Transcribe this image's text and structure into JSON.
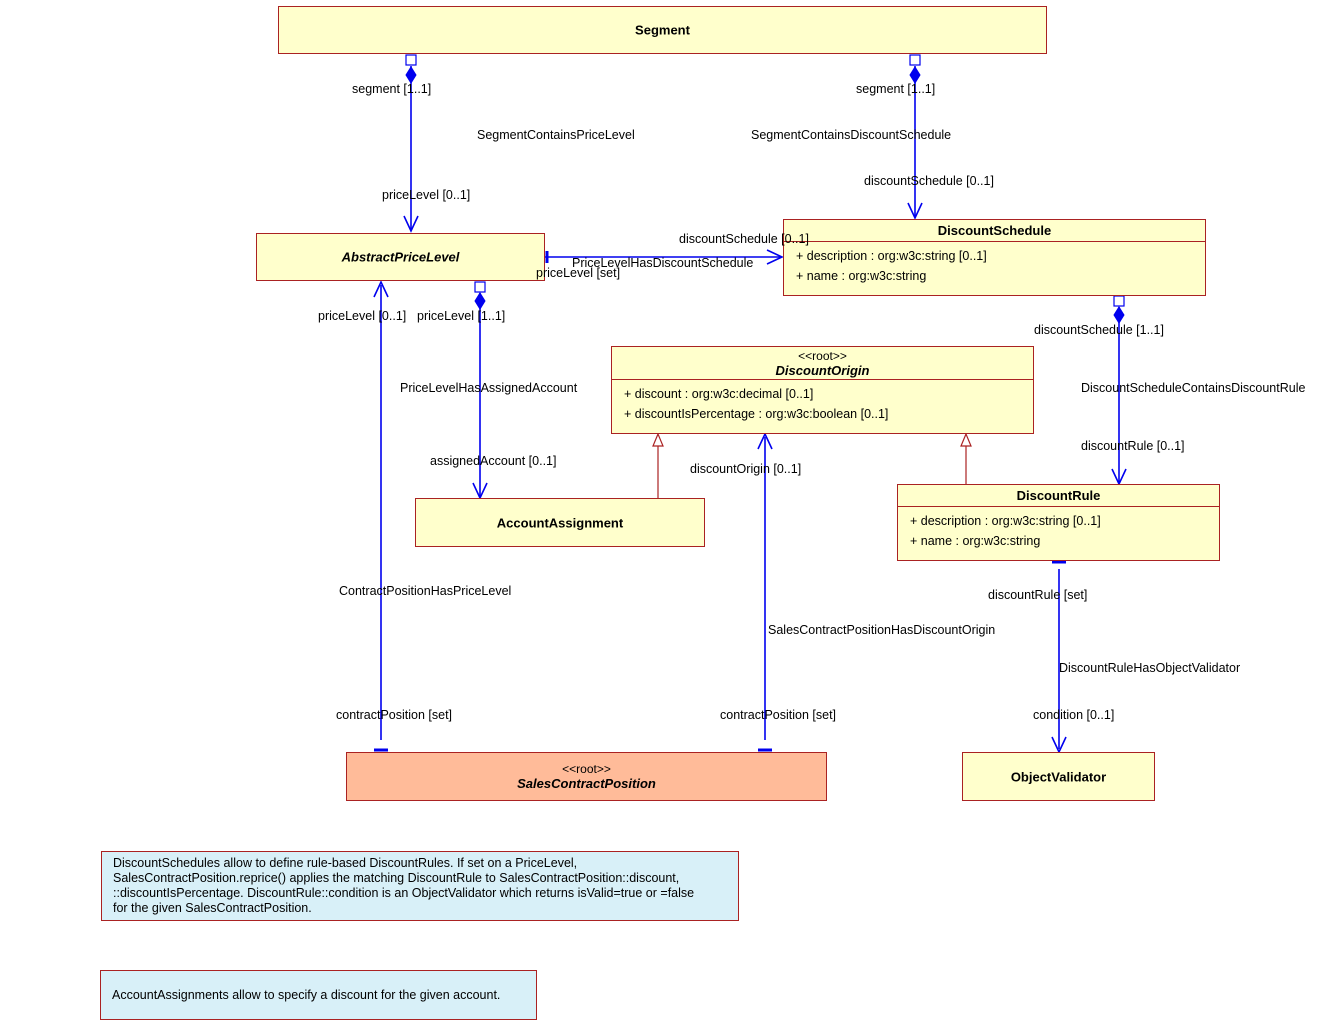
{
  "classes": {
    "segment": {
      "name": "Segment"
    },
    "abstract_price_level": {
      "name": "AbstractPriceLevel"
    },
    "discount_schedule": {
      "name": "DiscountSchedule",
      "attrs": [
        "+ description : org:w3c:string [0..1]",
        "+ name : org:w3c:string"
      ]
    },
    "discount_origin": {
      "stereotype": "<<root>>",
      "name": "DiscountOrigin",
      "attrs": [
        "+ discount : org:w3c:decimal [0..1]",
        "+ discountIsPercentage : org:w3c:boolean [0..1]"
      ]
    },
    "account_assignment": {
      "name": "AccountAssignment"
    },
    "discount_rule": {
      "name": "DiscountRule",
      "attrs": [
        "+ description : org:w3c:string [0..1]",
        "+ name : org:w3c:string"
      ]
    },
    "sales_contract_position": {
      "stereotype": "<<root>>",
      "name": "SalesContractPosition"
    },
    "object_validator": {
      "name": "ObjectValidator"
    }
  },
  "labels": {
    "segment_role_1": "segment [1..1]",
    "segment_role_2": "segment [1..1]",
    "segment_contains_price_level": "SegmentContainsPriceLevel",
    "segment_contains_discount_schedule": "SegmentContainsDiscountSchedule",
    "price_level_role_top": "priceLevel [0..1]",
    "discount_schedule_role_top": "discountSchedule [0..1]",
    "discount_schedule_role_mid": "discountSchedule [0..1]",
    "price_level_has_discount_schedule": "PriceLevelHasDiscountSchedule",
    "price_level_set": "priceLevel [set]",
    "price_level_role_left": "priceLevel [0..1]",
    "price_level_role_right": "priceLevel [1..1]",
    "discount_schedule_role_bottom": "discountSchedule [1..1]",
    "price_level_has_assigned_account": "PriceLevelHasAssignedAccount",
    "discount_schedule_contains_discount_rule": "DiscountScheduleContainsDiscountRule",
    "assigned_account": "assignedAccount [0..1]",
    "discount_origin_role": "discountOrigin [0..1]",
    "discount_rule_role": "discountRule [0..1]",
    "contract_position_has_price_level": "ContractPositionHasPriceLevel",
    "discount_rule_set": "discountRule [set]",
    "sales_contract_position_has_discount_origin": "SalesContractPositionHasDiscountOrigin",
    "discount_rule_has_object_validator": "DiscountRuleHasObjectValidator",
    "contract_position_set_1": "contractPosition [set]",
    "contract_position_set_2": "contractPosition [set]",
    "condition": "condition [0..1]"
  },
  "notes": {
    "discount_schedules": [
      "DiscountSchedules allow to define rule-based DiscountRules. If set on a PriceLevel,",
      "SalesContractPosition.reprice() applies the matching DiscountRule to SalesContractPosition::discount,",
      "::discountIsPercentage. DiscountRule::condition is an ObjectValidator which returns isValid=true or =false",
      "for the given SalesContractPosition."
    ],
    "account_assignments": "AccountAssignments allow to specify a discount for the given account."
  },
  "colors": {
    "edge": "#0000ee",
    "class_border": "#aa2222",
    "class_fill": "#ffffcc",
    "root_fill": "#ffbb99",
    "note_fill": "#d8f0f8"
  }
}
